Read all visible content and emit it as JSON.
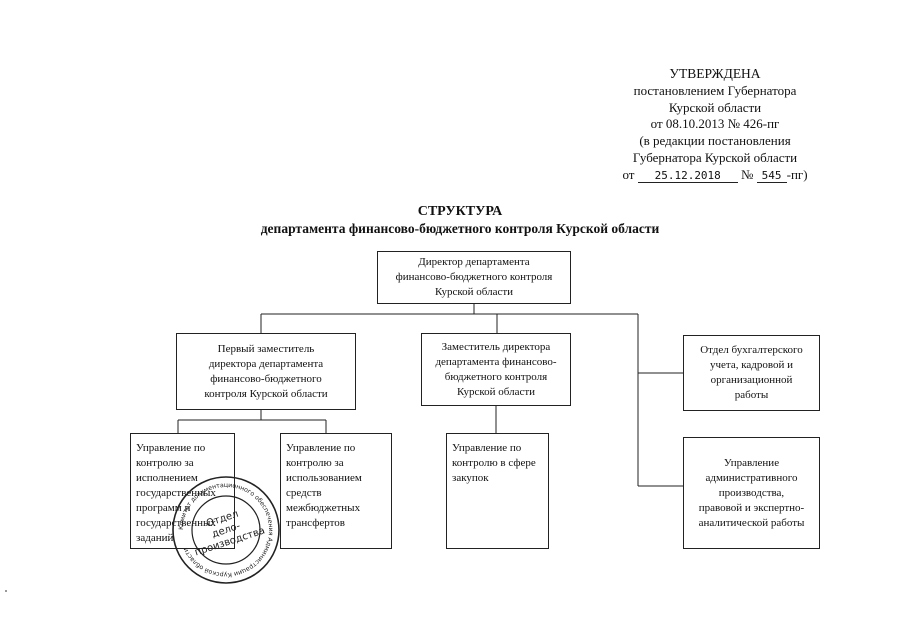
{
  "approval": {
    "lines": [
      "УТВЕРЖДЕНА",
      "постановлением Губернатора",
      "Курской области",
      "от 08.10.2013 № 426-пг",
      "(в редакции постановления",
      "Губернатора Курской области"
    ],
    "date_prefix": "от",
    "date_value": "25.12.2018",
    "number_prefix": "№",
    "number_value": "545",
    "number_suffix": "-пг)"
  },
  "title": {
    "line1": "СТРУКТУРА",
    "line2": "департамента финансово-бюджетного контроля Курской области"
  },
  "org": {
    "director": [
      "Директор департамента",
      "финансово-бюджетного контроля",
      "Курской области"
    ],
    "first_deputy": [
      "Первый заместитель",
      "директора департамента",
      "финансово-бюджетного",
      "контроля Курской области"
    ],
    "deputy": [
      "Заместитель директора",
      "департамента финансово-",
      "бюджетного контроля",
      "Курской области"
    ],
    "accounting": [
      "Отдел бухгалтерского",
      "учета, кадровой и",
      "организационной",
      "работы"
    ],
    "admin_dept": [
      "Управление",
      "административного",
      "производства,",
      "правовой и экспертно-",
      "аналитической работы"
    ],
    "gov_programs": [
      "Управление по",
      "контролю за",
      "исполнением",
      "государственных",
      "программ и",
      "государственных",
      "заданий"
    ],
    "interbudget": [
      "Управление по",
      "контролю за",
      "использованием",
      "средств",
      "межбюджетных",
      "трансфертов"
    ],
    "procurement": [
      "Управление по",
      "контролю в сфере",
      "закупок"
    ]
  },
  "stamp": {
    "center_lines": [
      "Отдел",
      "дело-",
      "производства"
    ],
    "ring_text": "Комитет документационного обеспечения Администрации Курской области"
  },
  "colors": {
    "ink": "#111111",
    "stamp": "#222222"
  }
}
